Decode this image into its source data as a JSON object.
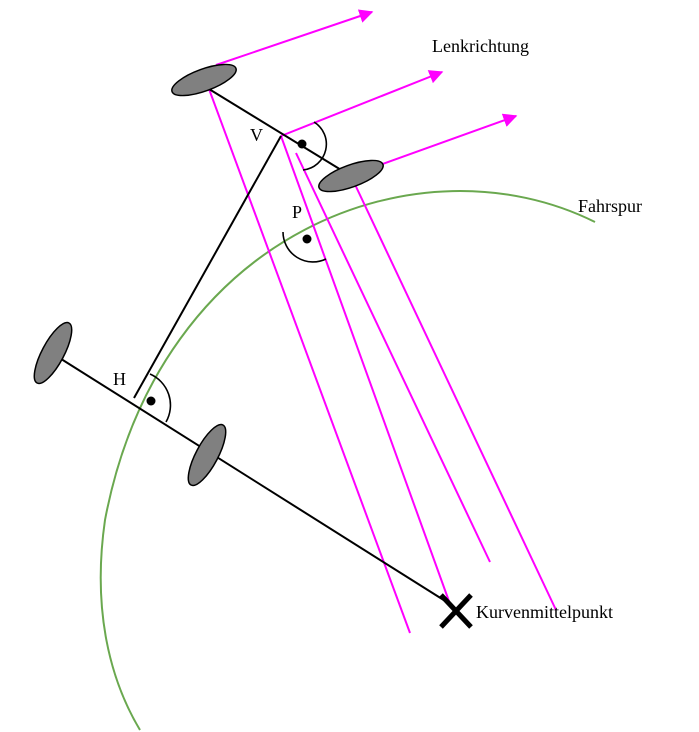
{
  "labels": {
    "steering_direction": "Lenkrichtung",
    "lane": "Fahrspur",
    "front_point": "V",
    "rear_point": "H",
    "point_p": "P",
    "curve_center": "Kurvenmittelpunkt"
  },
  "colors": {
    "steering_rays": "#ff00ff",
    "lane_arc": "#6aa84f",
    "axles": "#000000",
    "wheels": "#808080",
    "center_marker": "#000000"
  }
}
